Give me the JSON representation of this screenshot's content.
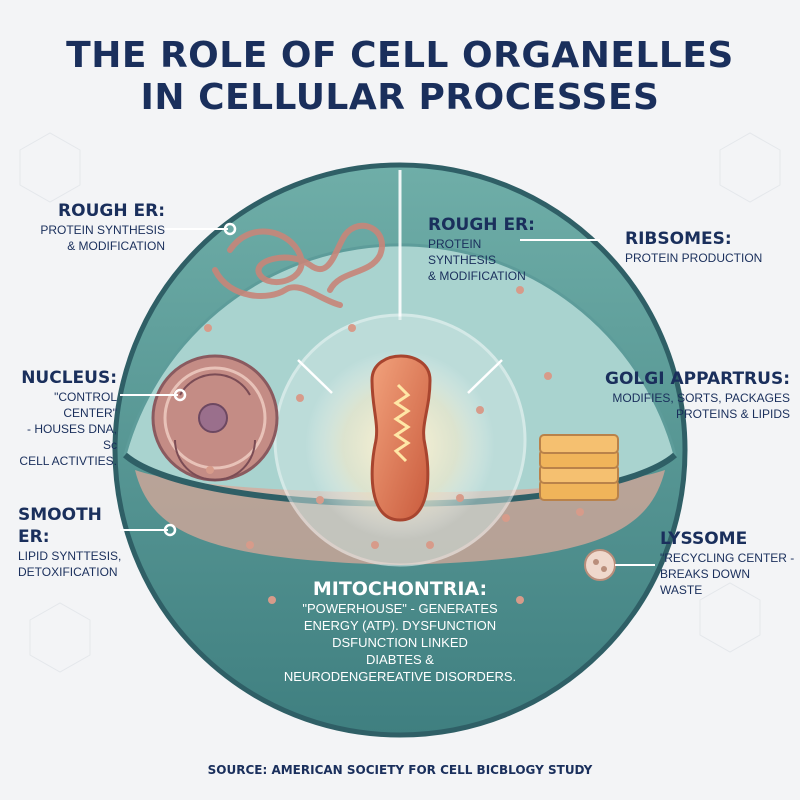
{
  "title": {
    "line1": "THE ROLE OF CELL ORGANELLES",
    "line2": "IN CELLULAR PROCESSES"
  },
  "labels": {
    "rough_er_left": {
      "heading": "ROUGH ER:",
      "line1": "PROTEIN SYNTHESIS",
      "line2": "& MODIFICATION"
    },
    "rough_er_center": {
      "heading": "ROUGH ER:",
      "line1": "PROTEIN SYNTHESIS",
      "line2": "& MODIFICATION"
    },
    "ribosomes": {
      "heading": "RIBSOMES:",
      "line1": "PROTEIN PRODUCTION"
    },
    "nucleus": {
      "heading": "NUCLEUS:",
      "line1": "\"CONTROL CENTER\"",
      "line2": "- HOUSES DNA, Sc",
      "line3": "CELL ACTIVTIES."
    },
    "golgi": {
      "heading": "GOLGI APPARTRUS:",
      "line1": "MODIFIES, SORTS, PACKAGES",
      "line2": "PROTEINS & LIPIDS"
    },
    "smooth_er": {
      "heading": "SMOOTH ER:",
      "line1": "LIPID SYNTTESIS,",
      "line2": "DETOXIFICATION"
    },
    "lysosome": {
      "heading": "LYSSOME",
      "line1": "\"RECYCLING CENTER -",
      "line2": "BREAKS DOWN WASTE"
    },
    "mitochondria": {
      "heading": "MITOCHONTRIA:",
      "line1": "\"POWERHOUSE\" - GENERATES",
      "line2": "ENERGY (ATP). DYSFUNCTION",
      "line3": "DSFUNCTION LINKED",
      "line4": "DIABTES &",
      "line5": "NEURODENGEREATIVE DISORDERS."
    }
  },
  "source": "SOURCE: AMERICAN SOCIETY FOR CELL BICBLOGY STUDY",
  "colors": {
    "title": "#1a2f5c",
    "cell_membrane": "#2f6f73",
    "cytoplasm": "#a9d3cf",
    "nucleus": "#c98b7f",
    "mitochondria": "#e0765a",
    "golgi": "#f0b45a"
  }
}
